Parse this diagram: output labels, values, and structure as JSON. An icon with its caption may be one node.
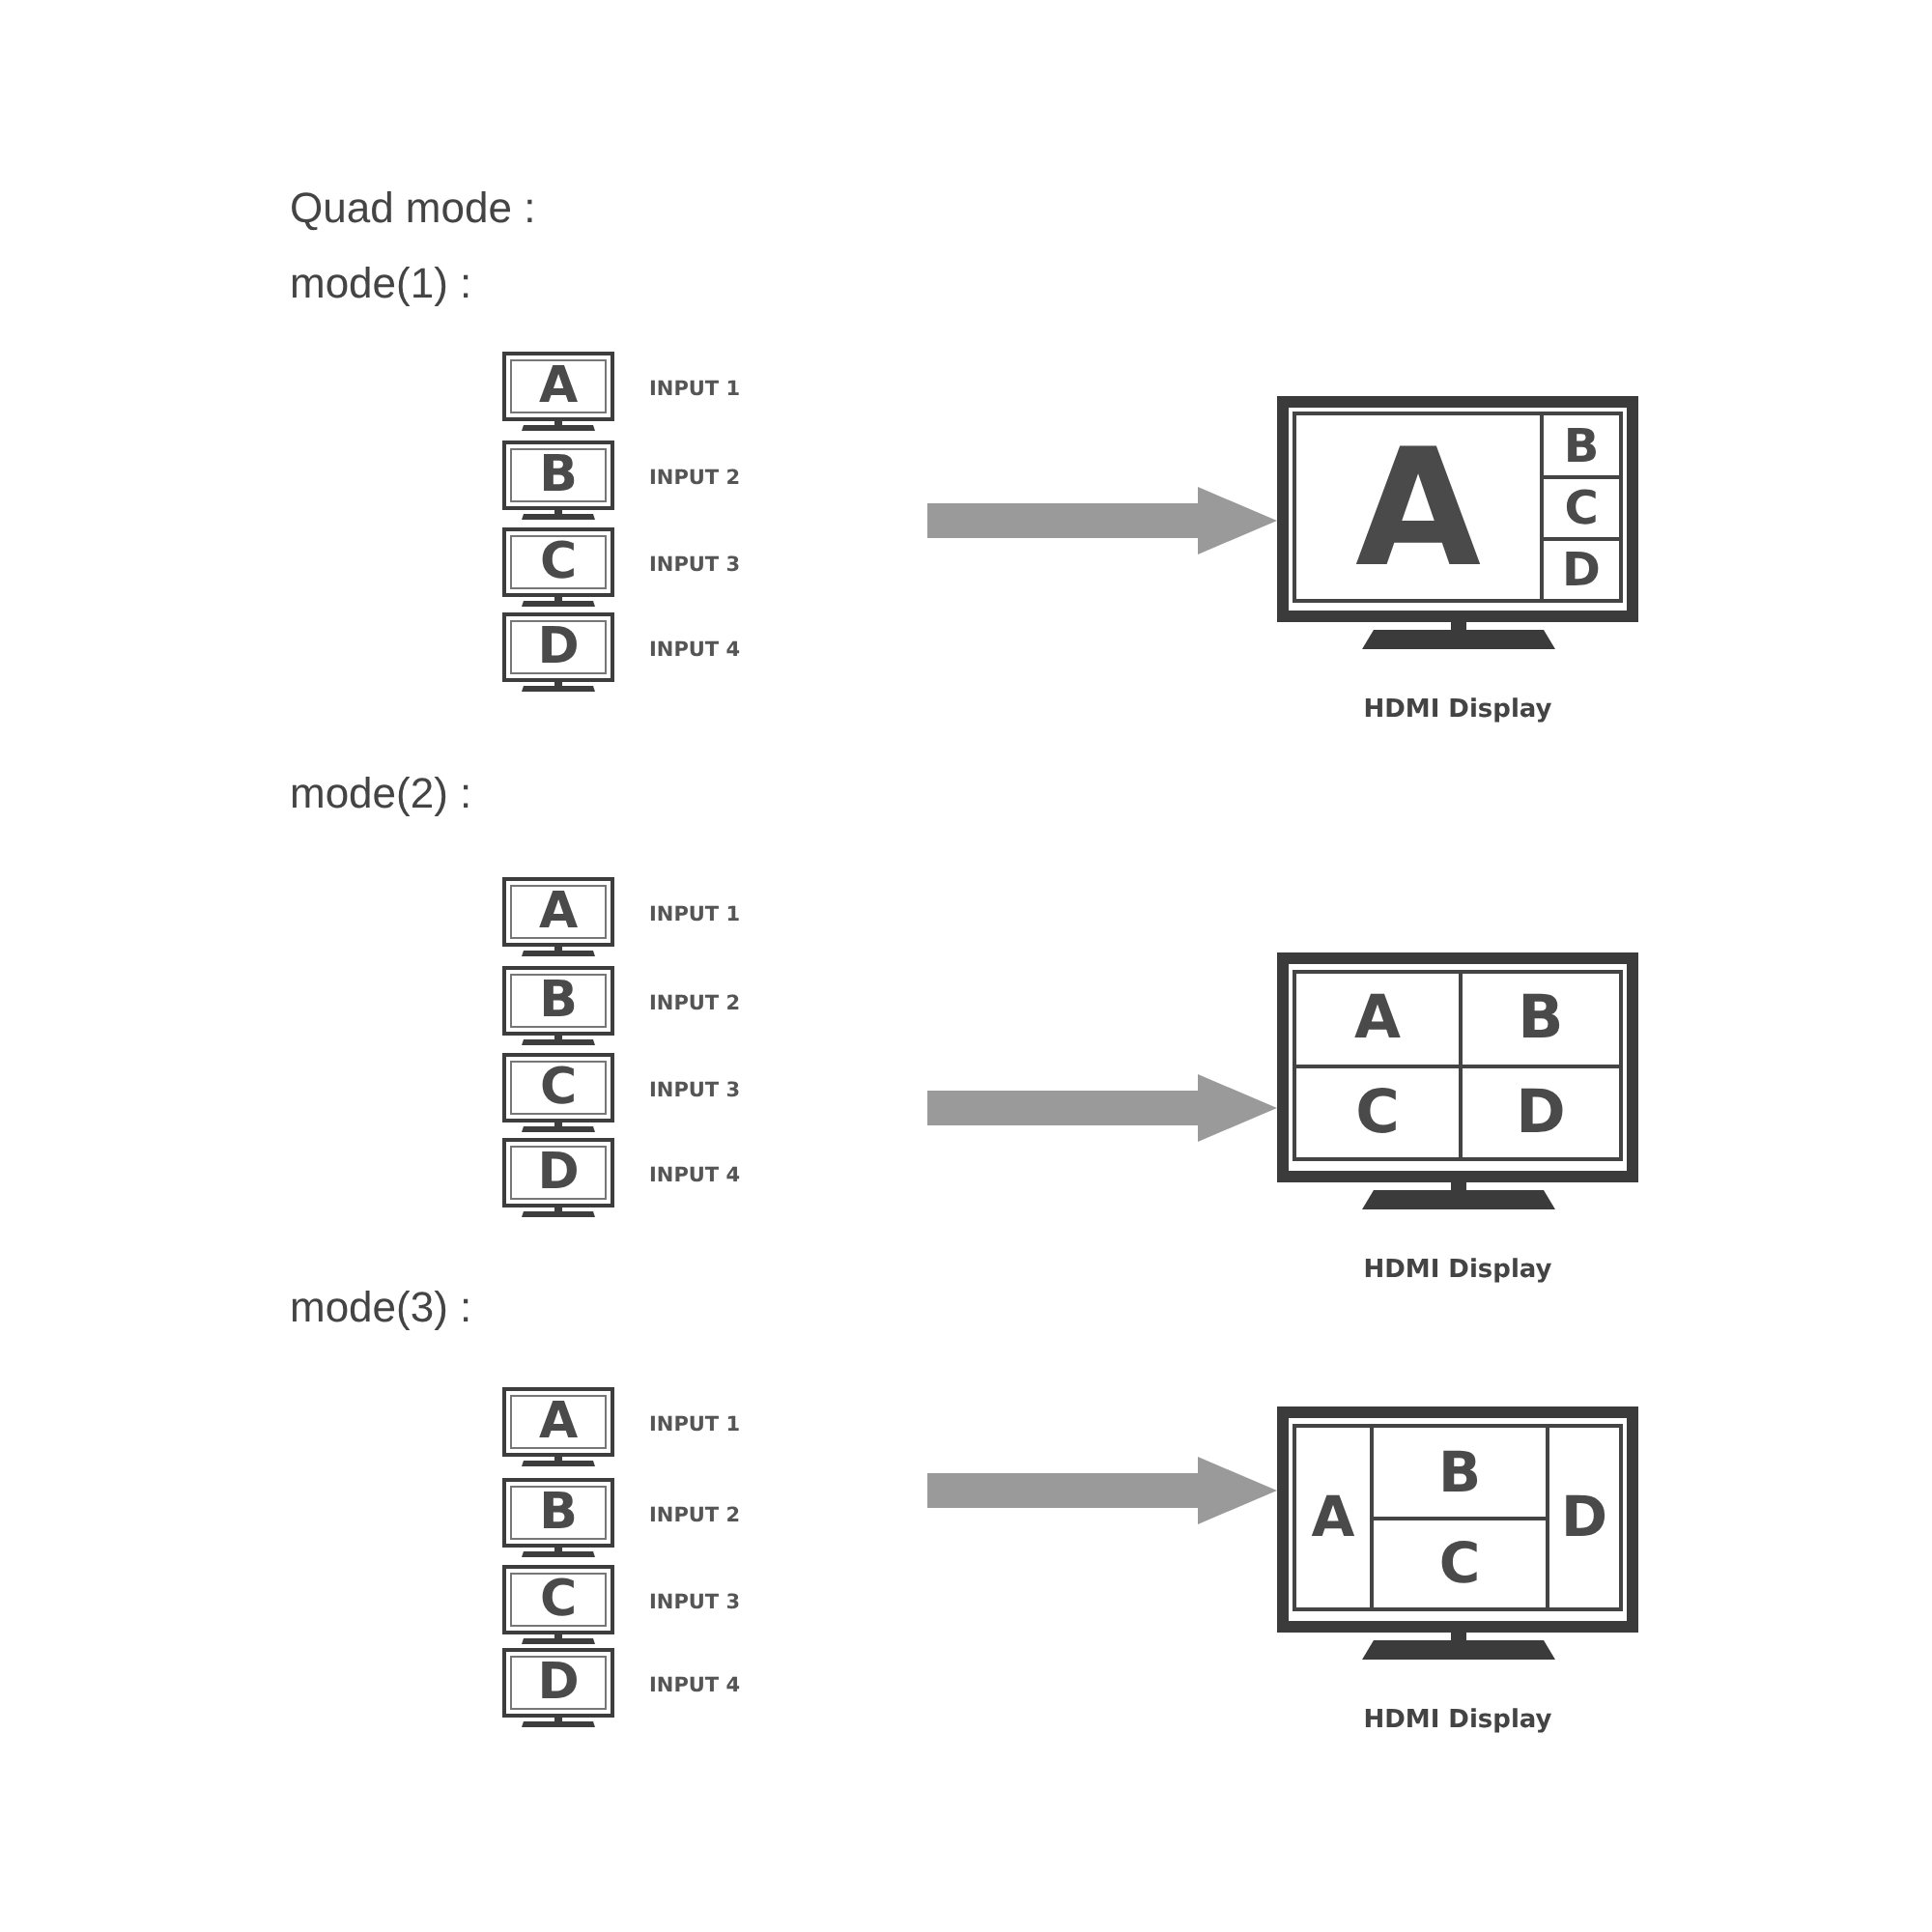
{
  "diagram": {
    "title": "Quad mode :",
    "nodes": [
      {
        "text": [
          "A"
        ],
        "beside": [
          "INPUT 1"
        ]
      },
      {
        "text": [
          "B"
        ],
        "beside": [
          "INPUT 2"
        ]
      },
      {
        "text": [
          "C"
        ],
        "beside": [
          "INPUT 3"
        ]
      },
      {
        "text": [
          "D"
        ],
        "beside": [
          "INPUT 4"
        ]
      },
      {
        "text": [],
        "shape": "picture",
        "beside": [
          "HDMI Display"
        ]
      },
      {
        "text": [
          "A"
        ],
        "in": 4
      },
      {
        "text": [
          "B"
        ],
        "in": 4
      },
      {
        "text": [
          "C"
        ],
        "in": 4
      },
      {
        "text": [
          "D"
        ],
        "in": 4
      },
      {
        "text": [
          "A"
        ],
        "beside": [
          "INPUT 1"
        ]
      },
      {
        "text": [
          "B"
        ],
        "beside": [
          "INPUT 2"
        ]
      },
      {
        "text": [
          "C"
        ],
        "beside": [
          "INPUT 3"
        ]
      },
      {
        "text": [
          "D"
        ],
        "beside": [
          "INPUT 4"
        ]
      },
      {
        "text": [],
        "shape": "picture",
        "beside": [
          "HDMI Display"
        ]
      },
      {
        "text": [
          "A"
        ],
        "in": 13
      },
      {
        "text": [
          "B"
        ],
        "in": 13
      },
      {
        "text": [
          "C"
        ],
        "in": 13
      },
      {
        "text": [
          "D"
        ],
        "in": 13
      },
      {
        "text": [
          "A"
        ],
        "beside": [
          "INPUT 1"
        ]
      },
      {
        "text": [
          "B"
        ],
        "beside": [
          "INPUT 2"
        ]
      },
      {
        "text": [
          "C"
        ],
        "beside": [
          "INPUT 3"
        ]
      },
      {
        "text": [
          "D"
        ],
        "beside": [
          "INPUT 4"
        ]
      },
      {
        "text": [],
        "shape": "picture",
        "beside": [
          "HDMI Display"
        ]
      },
      {
        "text": [
          "A"
        ],
        "in": 22
      },
      {
        "text": [
          "B"
        ],
        "in": 22
      },
      {
        "text": [
          "C"
        ],
        "in": 22
      },
      {
        "text": [
          "D"
        ],
        "in": 22
      }
    ],
    "edges": [
      {
        "from": null,
        "to": 4,
        "arrow": "to"
      },
      {
        "from": null,
        "to": 13,
        "arrow": "to"
      },
      {
        "from": null,
        "to": 22,
        "arrow": "to"
      }
    ],
    "labels": [
      "mode(1) :",
      "mode(2) :",
      "mode(3) :"
    ]
  }
}
